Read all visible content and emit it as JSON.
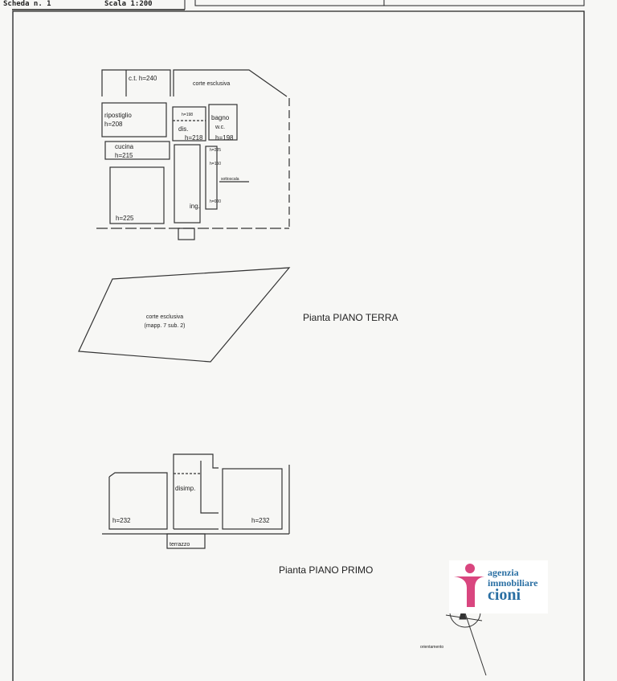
{
  "header": {
    "sheet": "Scheda n. 1",
    "scale": "Scala 1:200"
  },
  "ground_floor": {
    "title": "Pianta PIANO TERRA",
    "labels": {
      "ct": "c.t. h=240",
      "corte_top": "corte esclusiva",
      "ripostiglio": "ripostiglio",
      "ripostiglio_h": "h=208",
      "dis_h_top": "h=198",
      "dis": "dis.",
      "dis_h": "h=218",
      "bagno": "bagno",
      "wc": "w.c.",
      "bagno_h": "h=198",
      "cucina": "cucina",
      "cucina_h": "h=215",
      "stair_h1": "h=225",
      "stair_h2": "h=150",
      "sottoscala": "sottoscala",
      "stair_h3": "h=000",
      "ing": "ing.",
      "room_h": "h=225",
      "corte_main": "corte esclusiva",
      "corte_main_sub": "(mapp. 7 sub. 2)"
    }
  },
  "first_floor": {
    "title": "Pianta PIANO PRIMO",
    "labels": {
      "disimp": "disimp.",
      "left_h": "h=232",
      "right_h": "h=232",
      "terrazzo": "terrazzo"
    }
  },
  "orientation_label": "orientamento",
  "logo": {
    "line1": "agenzia",
    "line2": "immobiliare",
    "line3": "cioni",
    "pink": "#d9467f",
    "blue": "#2a6fa3"
  }
}
